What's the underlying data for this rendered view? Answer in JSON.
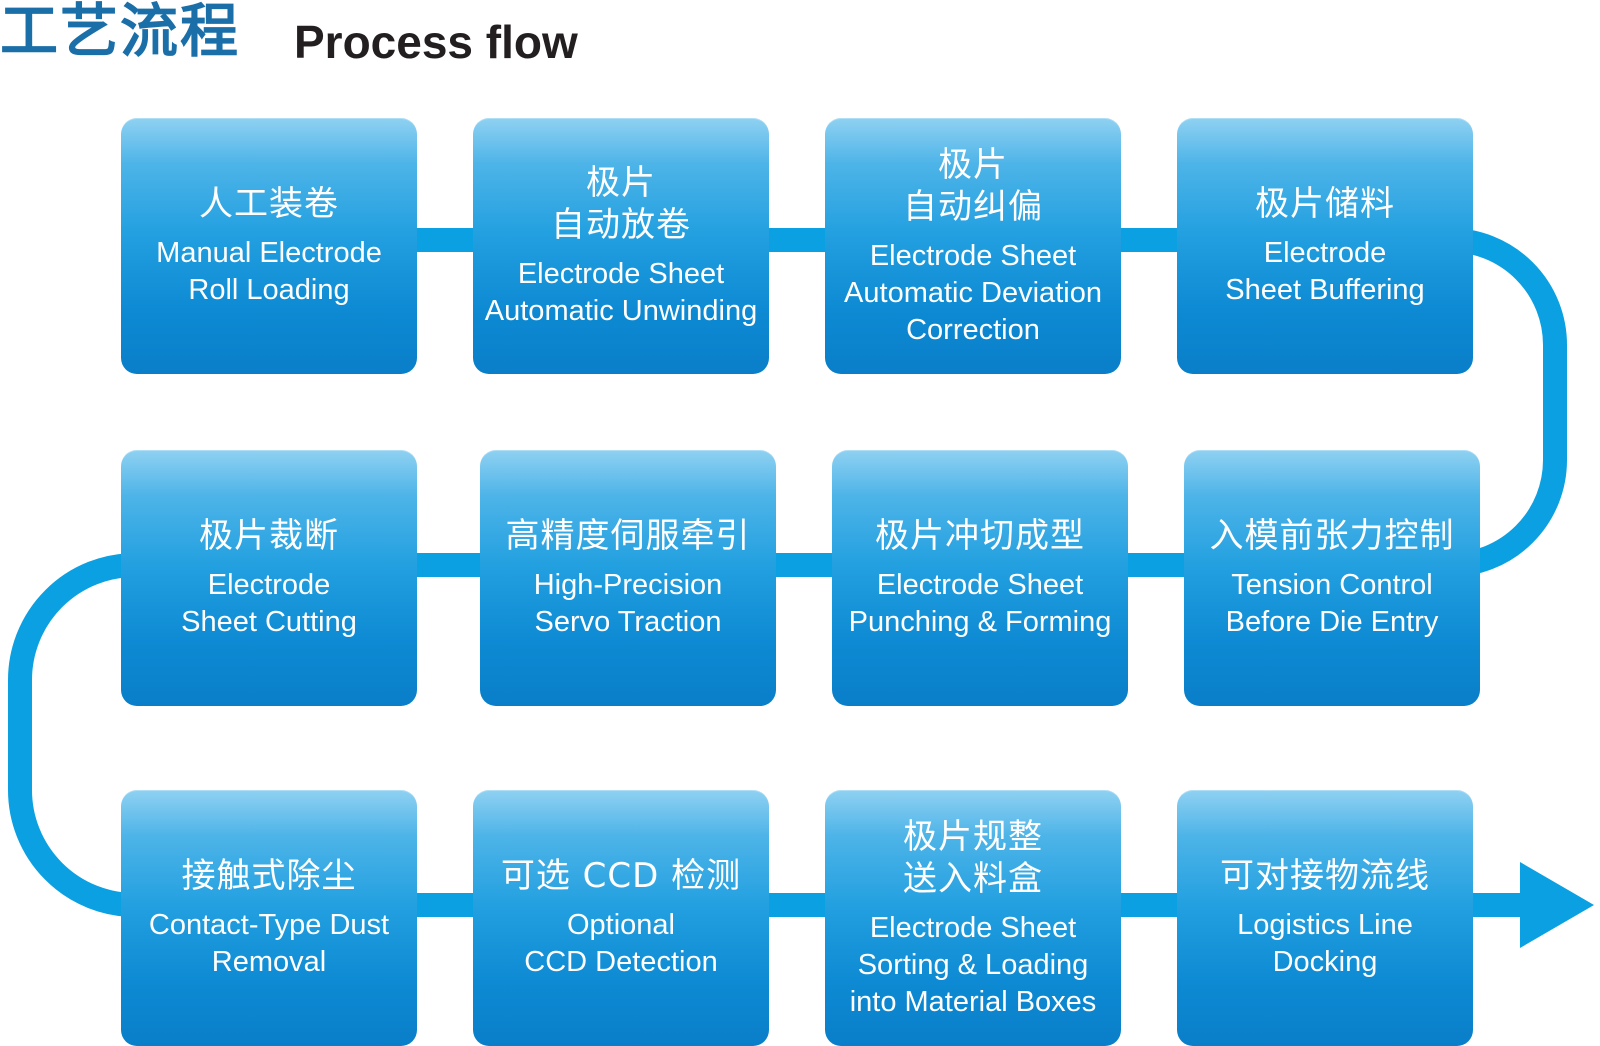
{
  "title": {
    "cn": "工艺流程",
    "en": "Process flow"
  },
  "colors": {
    "title_blue": "#1b6fa8",
    "flow_line": "#0aa0e2",
    "box_top": "#8fd1f2",
    "box_bottom": "#0a7ec9",
    "text": "#ffffff"
  },
  "steps": [
    {
      "cn": "人工装卷",
      "en": "Manual Electrode\nRoll Loading"
    },
    {
      "cn": "极片\n自动放卷",
      "en": "Electrode Sheet\nAutomatic Unwinding"
    },
    {
      "cn": "极片\n自动纠偏",
      "en": "Electrode Sheet\nAutomatic Deviation\nCorrection"
    },
    {
      "cn": "极片储料",
      "en": "Electrode\nSheet Buffering"
    },
    {
      "cn": "入模前张力控制",
      "en": "Tension Control\nBefore Die Entry"
    },
    {
      "cn": "极片冲切成型",
      "en": "Electrode Sheet\nPunching & Forming"
    },
    {
      "cn": "高精度伺服牵引",
      "en": "High-Precision\nServo Traction"
    },
    {
      "cn": "极片裁断",
      "en": "Electrode\nSheet Cutting"
    },
    {
      "cn": "接触式除尘",
      "en": "Contact-Type Dust\nRemoval"
    },
    {
      "cn": "可选 CCD 检测",
      "en": "Optional\nCCD Detection"
    },
    {
      "cn": "极片规整\n送入料盒",
      "en": "Electrode Sheet\nSorting & Loading\ninto Material Boxes"
    },
    {
      "cn": "可对接物流线",
      "en": "Logistics Line\nDocking"
    }
  ]
}
